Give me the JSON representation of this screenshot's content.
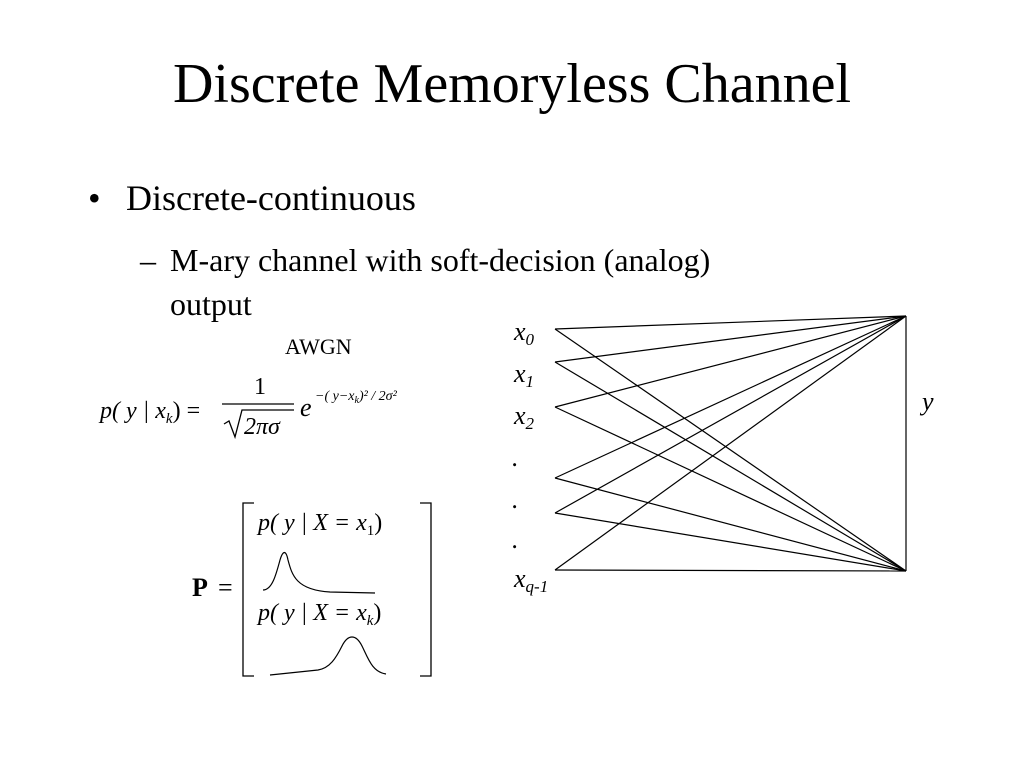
{
  "slide": {
    "title": "Discrete Memoryless Channel",
    "bullet": "Discrete-continuous",
    "bullet_marker": "•",
    "subbullet_marker": "–",
    "subbullet_line1": "M-ary channel with soft-decision (analog)",
    "subbullet_line2": "output"
  },
  "formula": {
    "awgn_label": "AWGN",
    "lhs": "p( y | x",
    "lhs_sub": "k",
    "lhs_close": ") =",
    "numerator": "1",
    "denominator": "2πσ",
    "exp_base": "e",
    "exponent": "−( y−x",
    "exponent_sub": "k",
    "exponent_rest": ")² / 2σ²"
  },
  "matrix": {
    "label": "P",
    "equals": "=",
    "row1": "p( y | X  = x",
    "row1_sub": "1",
    "row1_close": ")",
    "row2": "p( y | X  = x",
    "row2_sub": "k",
    "row2_close": ")"
  },
  "channel": {
    "inputs": [
      {
        "base": "x",
        "sub": "0"
      },
      {
        "base": "x",
        "sub": "1"
      },
      {
        "base": "x",
        "sub": "2"
      },
      {
        "base": ".",
        "sub": ""
      },
      {
        "base": ".",
        "sub": ""
      },
      {
        "base": ".",
        "sub": ""
      },
      {
        "base": "x",
        "sub": "q-1"
      }
    ],
    "output": "y"
  }
}
